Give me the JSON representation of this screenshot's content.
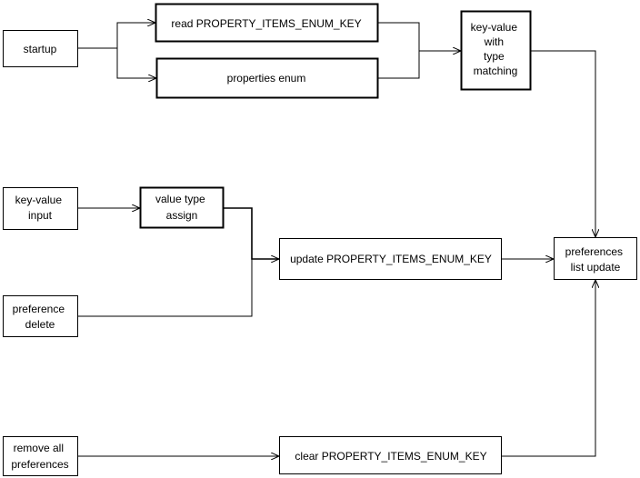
{
  "nodes": {
    "startup": {
      "lines": [
        "startup"
      ]
    },
    "read_key": {
      "lines": [
        "read PROPERTY_ITEMS_ENUM_KEY"
      ]
    },
    "properties_enum": {
      "lines": [
        "properties enum"
      ]
    },
    "key_value_matching": {
      "lines": [
        "key-value",
        "with",
        "type",
        "matching"
      ]
    },
    "key_value_input": {
      "lines": [
        "key-value",
        "input"
      ]
    },
    "value_type_assign": {
      "lines": [
        "value type",
        "assign"
      ]
    },
    "update_key": {
      "lines": [
        "update PROPERTY_ITEMS_ENUM_KEY"
      ]
    },
    "preferences_list_update": {
      "lines": [
        "preferences",
        "list update"
      ]
    },
    "preference_delete": {
      "lines": [
        "preference",
        "delete"
      ]
    },
    "remove_all": {
      "lines": [
        "remove all",
        "preferences"
      ]
    },
    "clear_key": {
      "lines": [
        "clear PROPERTY_ITEMS_ENUM_KEY"
      ]
    }
  },
  "edges": [
    {
      "from": "startup",
      "to": "read_key"
    },
    {
      "from": "startup",
      "to": "properties_enum"
    },
    {
      "from": "read_key",
      "to": "key_value_matching"
    },
    {
      "from": "properties_enum",
      "to": "key_value_matching"
    },
    {
      "from": "key_value_matching",
      "to": "preferences_list_update"
    },
    {
      "from": "key_value_input",
      "to": "value_type_assign"
    },
    {
      "from": "value_type_assign",
      "to": "update_key"
    },
    {
      "from": "preference_delete",
      "to": "update_key"
    },
    {
      "from": "update_key",
      "to": "preferences_list_update"
    },
    {
      "from": "remove_all",
      "to": "clear_key"
    },
    {
      "from": "clear_key",
      "to": "preferences_list_update"
    }
  ]
}
